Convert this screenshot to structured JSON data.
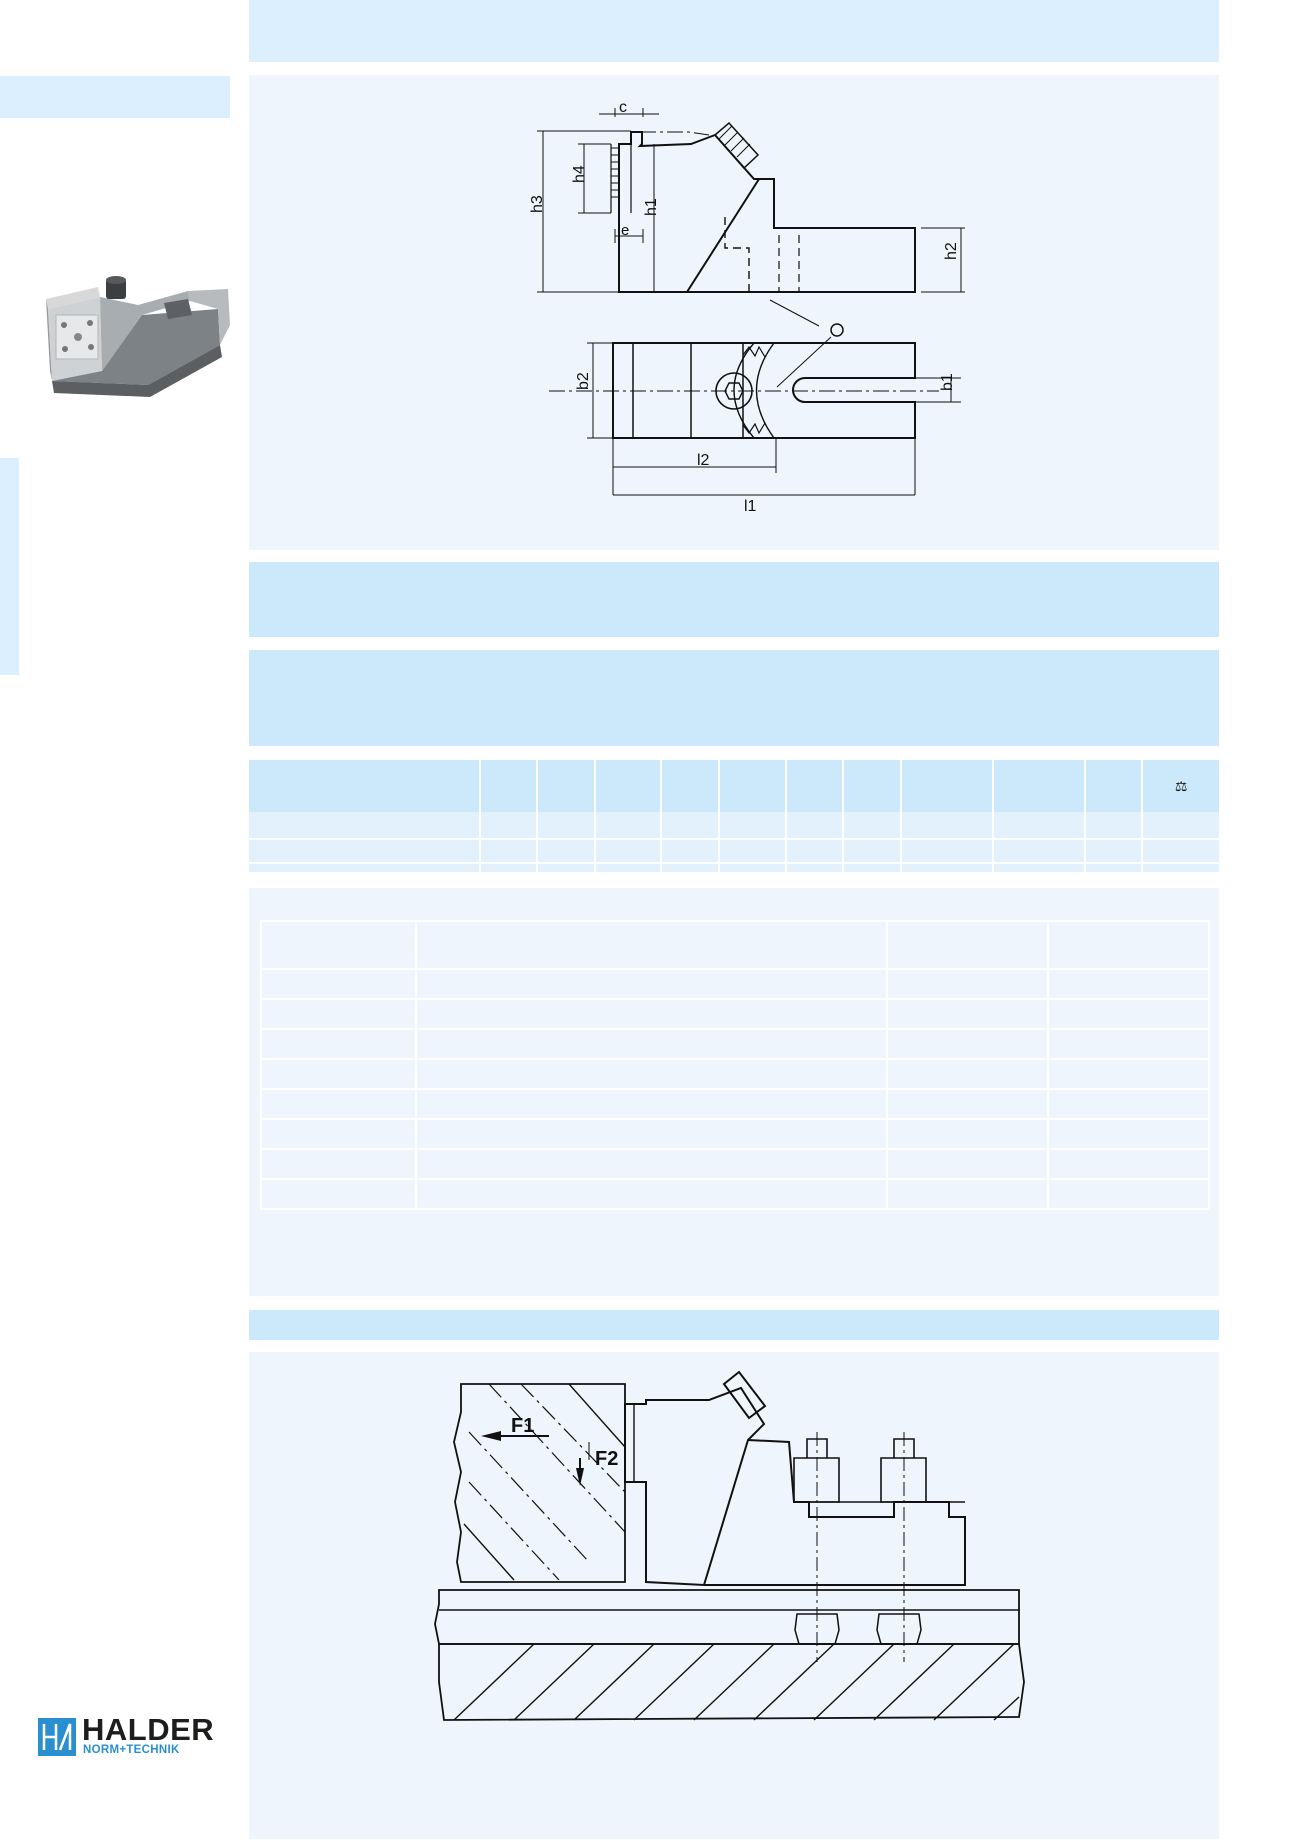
{
  "dims": {
    "c": "c",
    "h4": "h4",
    "h3": "h3",
    "h1": "h1",
    "e": "e",
    "h2": "h2",
    "b2": "b2",
    "b1": "b1",
    "l2": "l2",
    "l1": "l1"
  },
  "forces": {
    "f1": "F1",
    "f2": "F2"
  },
  "spec_table": {
    "weight_symbol": "⚖"
  },
  "logo": {
    "name": "HALDER",
    "tagline": "NORM+TECHNIK"
  },
  "colors": {
    "band": "#cce8fb",
    "band_light": "#dcefff",
    "panel": "#eef5fc",
    "brand_blue": "#2a8fd0"
  }
}
